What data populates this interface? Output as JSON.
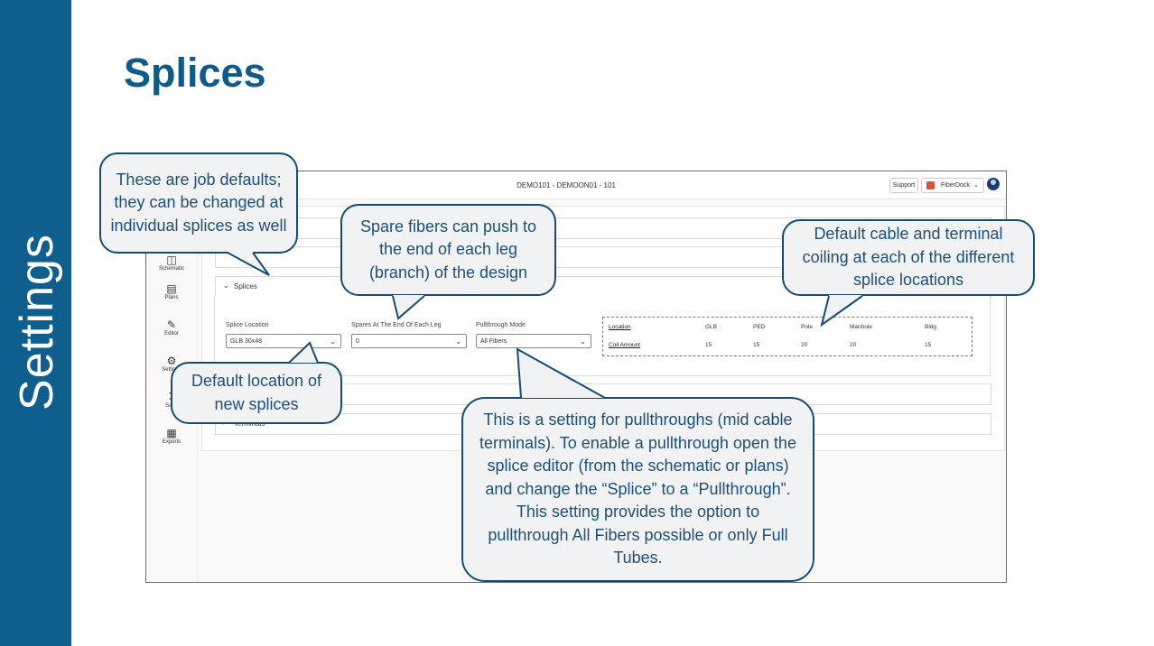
{
  "slide": {
    "side_title": "Settings",
    "title": "Splices"
  },
  "app": {
    "window_title": "DEMO101 - DEMOON01 - 101",
    "support_label": "Support",
    "brand_label": "FiberDock",
    "nav": [
      {
        "label": "Schematic",
        "icon": "schematic-icon"
      },
      {
        "label": "Plans",
        "icon": "plans-icon"
      },
      {
        "label": "Editor",
        "icon": "pencil-icon"
      },
      {
        "label": "Settings",
        "icon": "gear-icon"
      },
      {
        "label": "Save",
        "icon": "save-icon"
      },
      {
        "label": "Exports",
        "icon": "export-icon"
      }
    ],
    "sections": {
      "splices_label": "Splices",
      "terminals_label": "Terminals"
    },
    "fields": {
      "splice_location_label": "Splice Location",
      "splice_location_value": "GLB 30x48",
      "spares_label": "Spares At The End Of Each Leg",
      "spares_value": "0",
      "pullthrough_label": "Pullthrough Mode",
      "pullthrough_value": "All Fibers"
    },
    "coil_table": {
      "headers": [
        "Location",
        "GLB",
        "PED",
        "Pole",
        "Manhole",
        "Bldg"
      ],
      "row_label": "Coil Amount",
      "values": [
        "15",
        "15",
        "20",
        "20",
        "15"
      ]
    }
  },
  "callouts": {
    "job_defaults": "These are job defaults; they can be changed at individual splices as well",
    "spare_fibers": "Spare fibers can push to the end of each leg (branch) of the design",
    "coiling": "Default cable and terminal coiling at each of the different splice locations",
    "default_location": "Default location of new splices",
    "pullthrough": "This is a setting for pullthroughs (mid cable terminals).  To enable a pullthrough open the splice editor (from the schematic or plans) and change the “Splice” to a “Pullthrough”.  This setting provides the option to pullthrough All Fibers possible or only Full Tubes."
  }
}
